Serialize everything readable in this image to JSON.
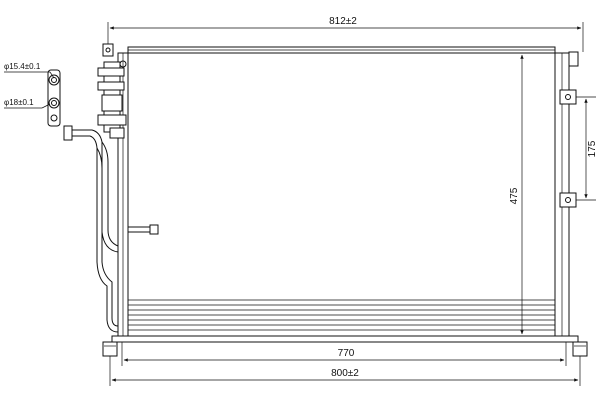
{
  "diagram": {
    "dimensions": {
      "top_width": "812±2",
      "bottom_core": "770",
      "bottom_width": "800±2",
      "height": "475",
      "bracket_spacing": "175",
      "port_large": "φ15.4±0.1",
      "port_small": "φ18±0.1"
    }
  }
}
